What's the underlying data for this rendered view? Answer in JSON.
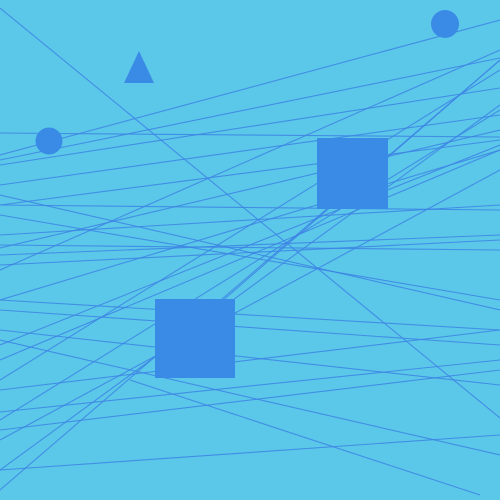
{
  "canvas": {
    "background": "#5bc7e9"
  },
  "palette": {
    "shape_fill": "#3a8be6",
    "line_stroke": "#3d84e4"
  },
  "shapes": [
    {
      "kind": "triangle",
      "name": "triangle-shape"
    },
    {
      "kind": "circle",
      "name": "circle-shape-top-right"
    },
    {
      "kind": "circle",
      "name": "circle-shape-left"
    },
    {
      "kind": "square",
      "name": "square-shape-right"
    },
    {
      "kind": "square",
      "name": "square-shape-center"
    }
  ],
  "line_count": 34
}
